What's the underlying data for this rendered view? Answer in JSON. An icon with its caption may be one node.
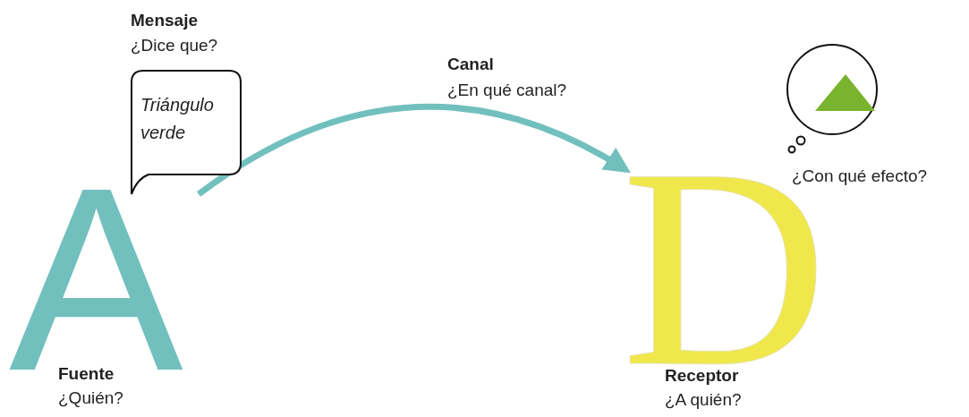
{
  "diagram": {
    "nodes": [
      {
        "text": [
          "A"
        ],
        "beside": [
          "Fuente",
          "¿Quién?"
        ]
      },
      {
        "text": [
          "Triángulo verde"
        ],
        "beside": [
          "Mensaje",
          "¿Dice que?"
        ]
      },
      {
        "text": [
          "D"
        ],
        "beside": [
          "Receptor",
          "¿A quién?"
        ]
      },
      {
        "text": [],
        "shape": "circle"
      }
    ],
    "edges": [
      {
        "from": 0,
        "to": 2,
        "arrow": "to"
      }
    ],
    "labels": [
      "Canal",
      "¿En qué canal?",
      "¿Con qué efecto?"
    ]
  }
}
